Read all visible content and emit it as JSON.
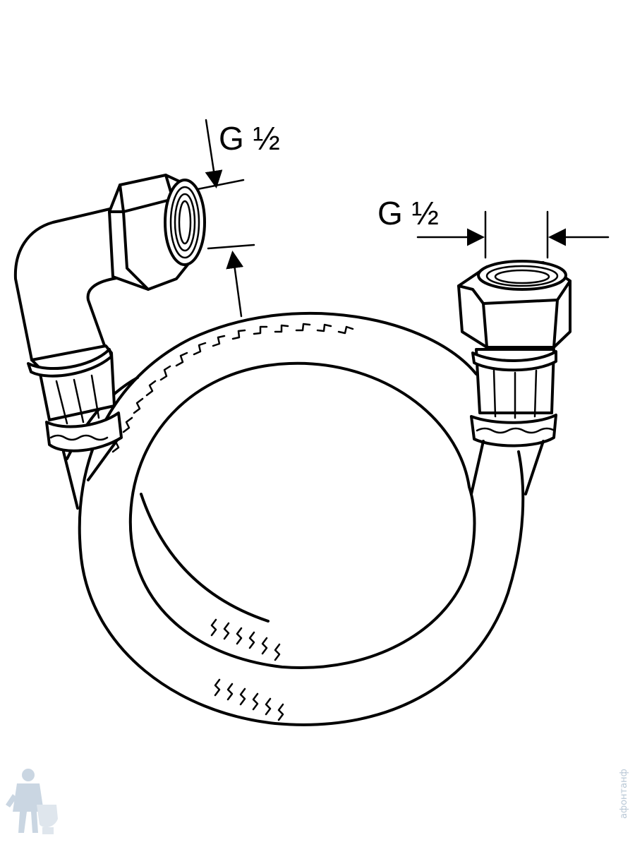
{
  "dimensions": {
    "left_connector": {
      "label": "G ½"
    },
    "right_connector": {
      "label": "G ½"
    }
  },
  "watermark": {
    "text": "афонтанф",
    "color": "#b9c8d6",
    "logo_icon": "plumber-mascot-icon"
  },
  "colors": {
    "line": "#000000",
    "background": "#ffffff"
  }
}
